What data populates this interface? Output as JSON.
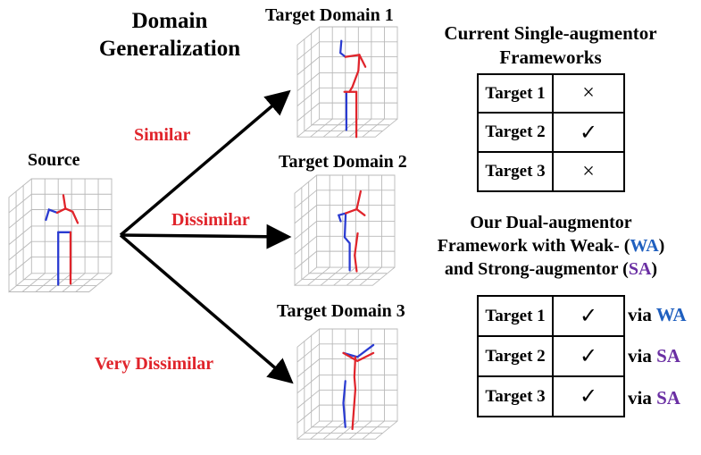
{
  "header": {
    "title_line1": "Domain",
    "title_line2": "Generalization"
  },
  "source": {
    "label": "Source"
  },
  "targets": [
    {
      "label": "Target Domain 1",
      "relation": "Similar"
    },
    {
      "label": "Target Domain 2",
      "relation": "Dissimilar"
    },
    {
      "label": "Target Domain 3",
      "relation": "Very Dissimilar"
    }
  ],
  "current": {
    "title_line1": "Current Single-augmentor",
    "title_line2": "Frameworks",
    "rows": [
      {
        "name": "Target 1",
        "mark": "×"
      },
      {
        "name": "Target 2",
        "mark": "✓"
      },
      {
        "name": "Target 3",
        "mark": "×"
      }
    ]
  },
  "ours": {
    "title_line1": "Our Dual-augmentor",
    "title_line2_prefix": "Framework with Weak- (",
    "wa": "WA",
    "title_line2_suffix": ")",
    "title_line3_prefix": "and Strong-augmentor (",
    "sa": "SA",
    "title_line3_suffix": ")",
    "rows": [
      {
        "name": "Target 1",
        "mark": "✓",
        "via": "via",
        "aug": "WA"
      },
      {
        "name": "Target 2",
        "mark": "✓",
        "via": "via",
        "aug": "SA"
      },
      {
        "name": "Target 3",
        "mark": "✓",
        "via": "via",
        "aug": "SA"
      }
    ]
  },
  "colors": {
    "red": "#e0242b",
    "blue": "#1f5fbf",
    "purple": "#6a2fa3"
  }
}
